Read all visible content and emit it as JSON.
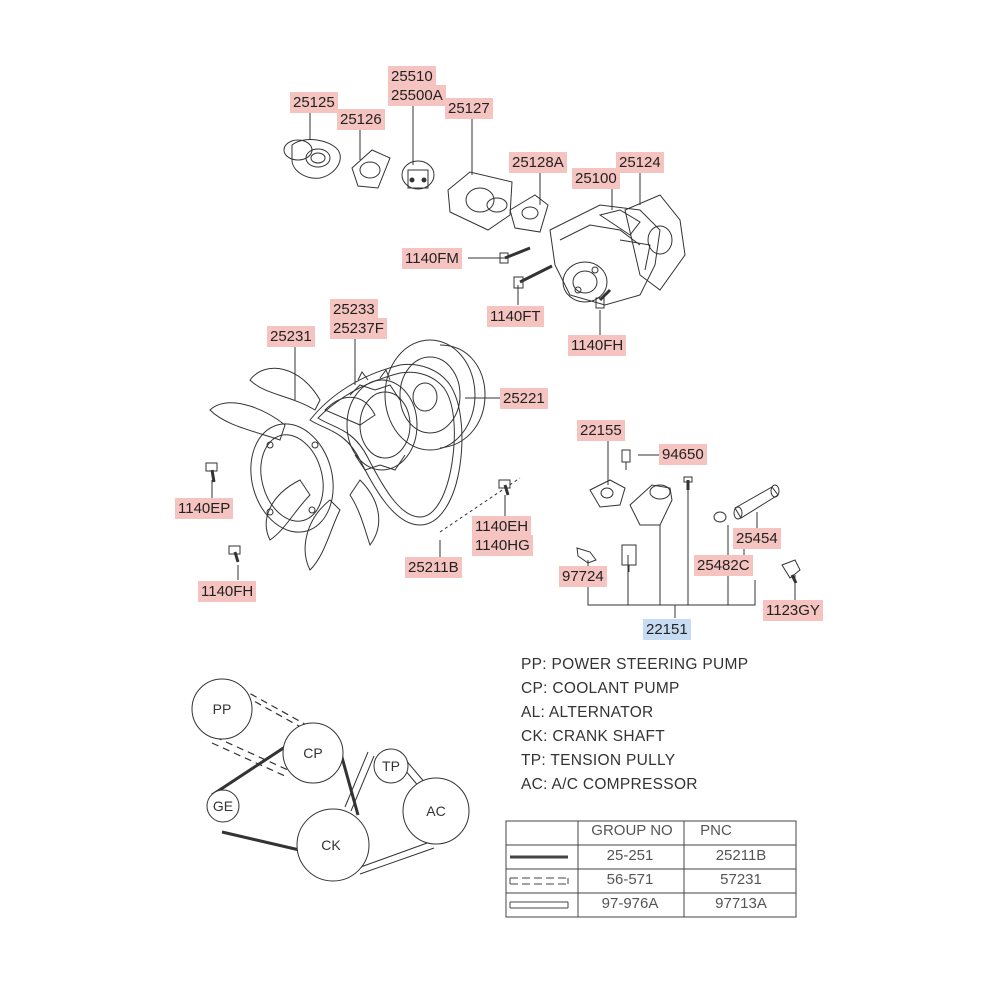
{
  "callouts": [
    {
      "id": "25125",
      "text": "25125"
    },
    {
      "id": "25126",
      "text": "25126"
    },
    {
      "id": "25510",
      "text": "25510"
    },
    {
      "id": "25500A",
      "text": "25500A"
    },
    {
      "id": "25127",
      "text": "25127"
    },
    {
      "id": "25128A",
      "text": "25128A"
    },
    {
      "id": "25124",
      "text": "25124"
    },
    {
      "id": "25100",
      "text": "25100"
    },
    {
      "id": "1140FM",
      "text": "1140FM"
    },
    {
      "id": "1140FT",
      "text": "1140FT"
    },
    {
      "id": "1140FH_top",
      "text": "1140FH"
    },
    {
      "id": "25233",
      "text": "25233"
    },
    {
      "id": "25237F",
      "text": "25237F"
    },
    {
      "id": "25231",
      "text": "25231"
    },
    {
      "id": "25221",
      "text": "25221"
    },
    {
      "id": "1140EP",
      "text": "1140EP"
    },
    {
      "id": "1140EH",
      "text": "1140EH"
    },
    {
      "id": "1140HG",
      "text": "1140HG"
    },
    {
      "id": "25211B",
      "text": "25211B"
    },
    {
      "id": "1140FH_bottom",
      "text": "1140FH"
    },
    {
      "id": "22155",
      "text": "22155"
    },
    {
      "id": "94650",
      "text": "94650"
    },
    {
      "id": "25454",
      "text": "25454"
    },
    {
      "id": "25482C",
      "text": "25482C"
    },
    {
      "id": "97724",
      "text": "97724"
    },
    {
      "id": "1123GY",
      "text": "1123GY"
    },
    {
      "id": "22151",
      "text": "22151"
    }
  ],
  "legend": [
    "PP: POWER STEERING PUMP",
    "CP: COOLANT PUMP",
    "AL: ALTERNATOR",
    "CK: CRANK SHAFT",
    "TP: TENSION PULLY",
    "AC: A/C COMPRESSOR"
  ],
  "pulleys": {
    "pp": "PP",
    "cp": "CP",
    "ge": "GE",
    "tp": "TP",
    "ck": "CK",
    "ac": "AC"
  },
  "belt_table": {
    "headers": [
      "",
      "GROUP NO",
      "PNC"
    ],
    "rows": [
      {
        "line_style": "thick-solid",
        "group_no": "25-251",
        "pnc": "25211B"
      },
      {
        "line_style": "dashed-double",
        "group_no": "56-571",
        "pnc": "57231"
      },
      {
        "line_style": "double-solid",
        "group_no": "97-976A",
        "pnc": "97713A"
      }
    ]
  },
  "colors": {
    "callout_bg": "#f6c4c0",
    "callout_highlight_bg": "#c7dcf2",
    "line": "#333333"
  }
}
